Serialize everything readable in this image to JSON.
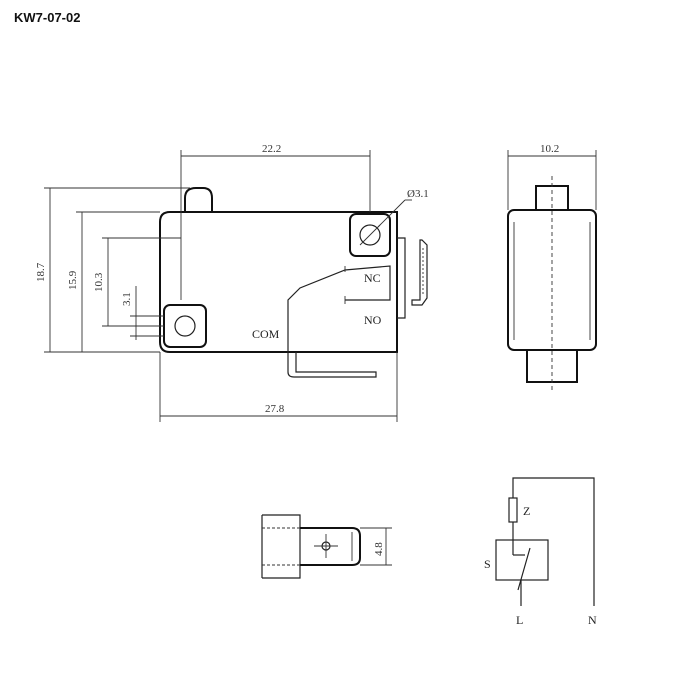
{
  "title": "KW7-07-02",
  "dimensions": {
    "top_width": "22.2",
    "side_width": "10.2",
    "hole_dia": "Ø3.1",
    "height_total": "18.7",
    "height_body": "15.9",
    "height_mid": "10.3",
    "height_hole": "3.1",
    "base_width": "27.8",
    "terminal_width": "4.8"
  },
  "terminals": {
    "nc": "NC",
    "no": "NO",
    "com": "COM"
  },
  "circuit": {
    "z": "Z",
    "s": "S",
    "l": "L",
    "n": "N"
  }
}
